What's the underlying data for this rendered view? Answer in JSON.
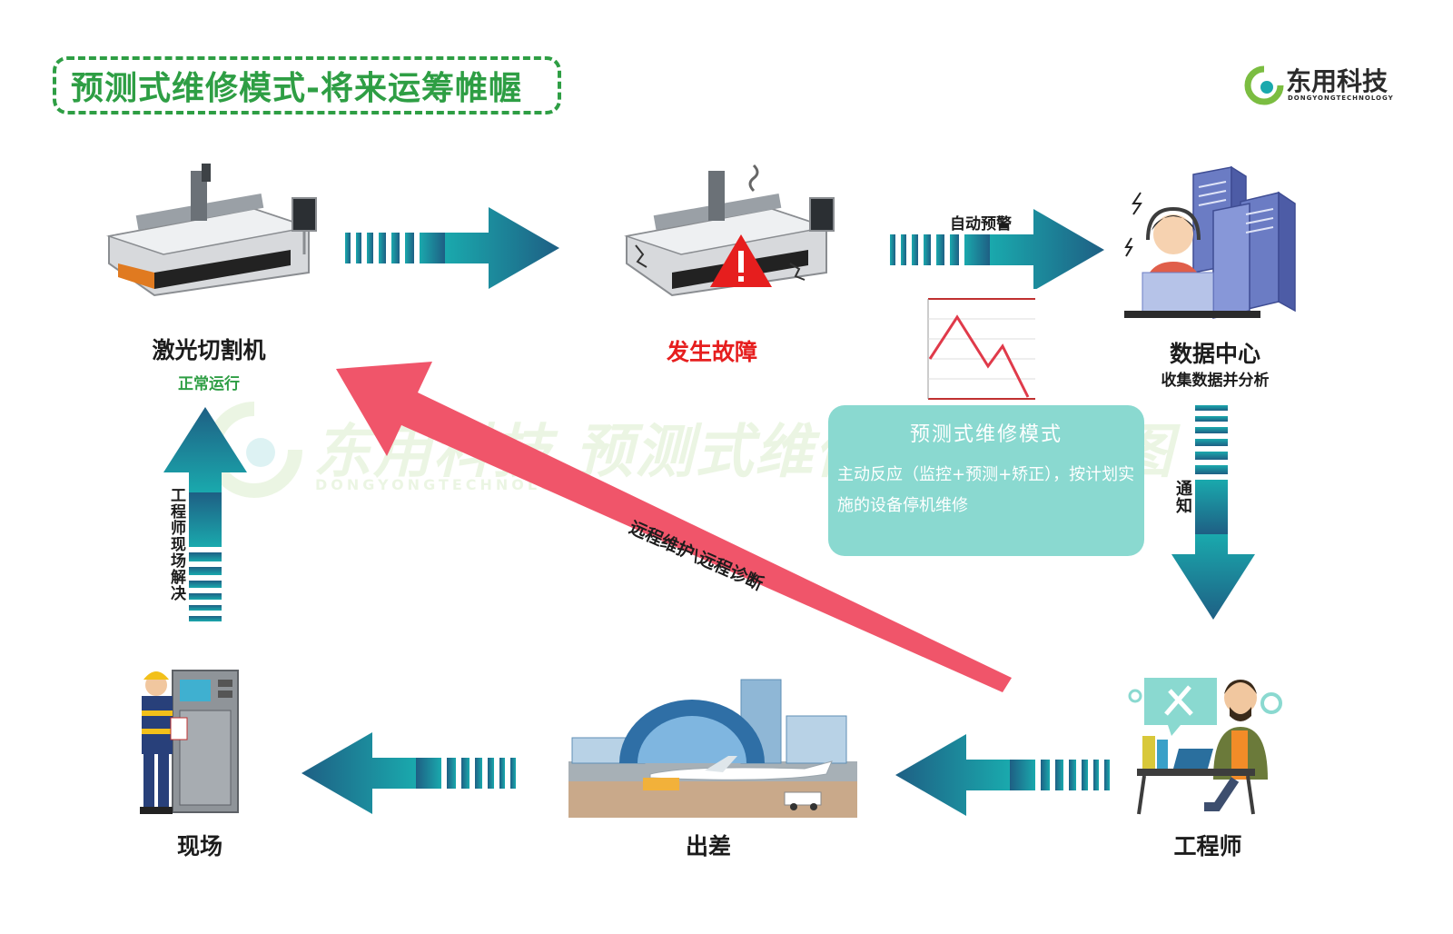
{
  "title": "预测式维修模式-将来运筹帷幄",
  "logo": {
    "name": "东用科技",
    "sub": "DONGYONGTECHNOLOGY"
  },
  "nodes": {
    "laser": {
      "label": "激光切割机",
      "sub": "正常运行"
    },
    "fault": {
      "label": "发生故障"
    },
    "datacenter": {
      "label": "数据中心",
      "sub": "收集数据并分析"
    },
    "engineer": {
      "label": "工程师"
    },
    "trip": {
      "label": "出差"
    },
    "site": {
      "label": "现场"
    }
  },
  "arrows": {
    "warning": "自动预警",
    "notify": "通知",
    "remote": "远程维护\\远程诊断",
    "onsite": "工程师现场解决"
  },
  "info": {
    "title": "预测式维修模式",
    "body": "主动反应（监控+预测+矫正），按计划实施的设备停机维修"
  },
  "watermark": {
    "text": "东用科技 预测式维修模式流程图",
    "sub": "DONGYONGTECHNOLOGY"
  },
  "colors": {
    "green": "#2e9e44",
    "teal": "#1aa9ad",
    "dark_teal": "#1e5f84",
    "red_arrow": "#f0556a",
    "fault_red": "#e61e1e",
    "info_bg": "#8ad9d0"
  }
}
